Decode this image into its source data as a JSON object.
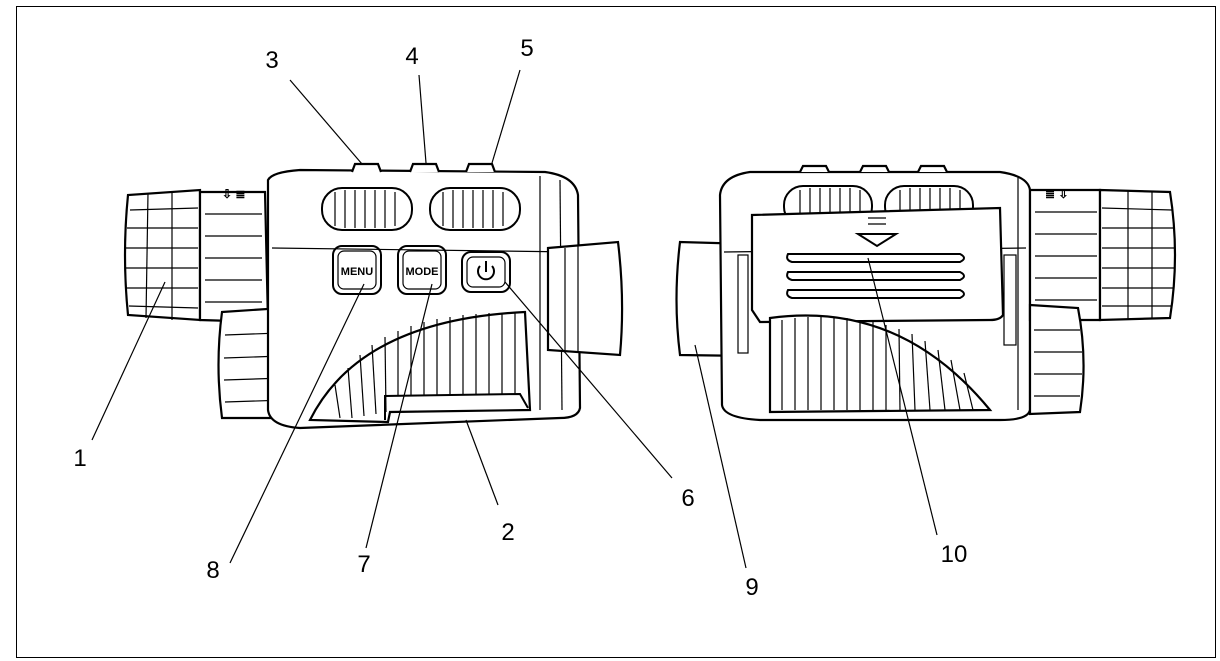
{
  "buttons": {
    "menu": "MENU",
    "mode": "MODE"
  },
  "callouts": [
    {
      "id": "1",
      "text": "1"
    },
    {
      "id": "2",
      "text": "2"
    },
    {
      "id": "3",
      "text": "3"
    },
    {
      "id": "4",
      "text": "4"
    },
    {
      "id": "5",
      "text": "5"
    },
    {
      "id": "6",
      "text": "6"
    },
    {
      "id": "7",
      "text": "7"
    },
    {
      "id": "8",
      "text": "8"
    },
    {
      "id": "9",
      "text": "9"
    },
    {
      "id": "10",
      "text": "10"
    }
  ],
  "icons": {
    "power": "power-icon",
    "arrow": "down-arrow-icon"
  },
  "colors": {
    "line": "#000000",
    "background": "#ffffff"
  }
}
